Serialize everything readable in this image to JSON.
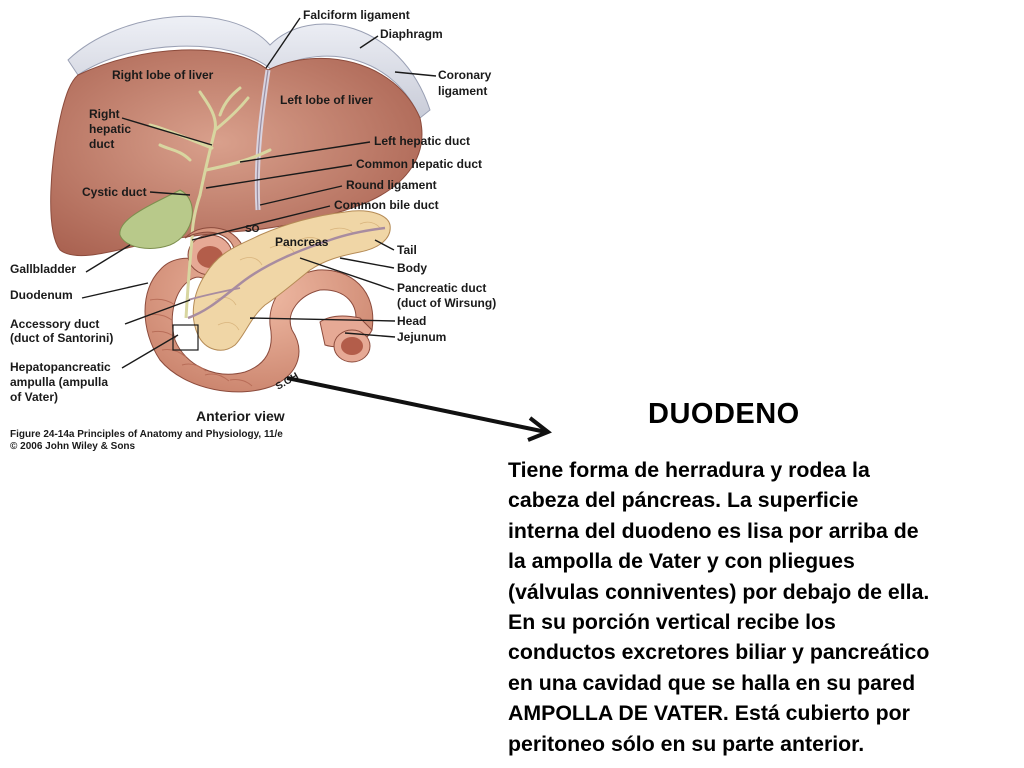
{
  "figure": {
    "labels": {
      "falciform": "Falciform ligament",
      "diaphragm": "Diaphragm",
      "coronary_1": "Coronary",
      "coronary_2": "ligament",
      "right_lobe": "Right lobe of liver",
      "left_lobe": "Left lobe of liver",
      "right_hepatic_1": "Right",
      "right_hepatic_2": "hepatic",
      "right_hepatic_3": "duct",
      "left_hepatic": "Left hepatic duct",
      "common_hepatic": "Common hepatic duct",
      "cystic": "Cystic duct",
      "round_ligament": "Round ligament",
      "common_bile": "Common bile duct",
      "pancreas": "Pancreas",
      "tail": "Tail",
      "body": "Body",
      "gallbladder": "Gallbladder",
      "pancreatic_duct_1": "Pancreatic duct",
      "pancreatic_duct_2": "(duct of Wirsung)",
      "duodenum": "Duodenum",
      "accessory_1": "Accessory duct",
      "accessory_2": "(duct of Santorini)",
      "head": "Head",
      "jejunum": "Jejunum",
      "ampulla_1": "Hepatopancreatic",
      "ampulla_2": "ampulla (ampulla",
      "ampulla_3": "of Vater)",
      "view": "Anterior view",
      "caption_1": "Figure 24-14a  Principles of Anatomy and Physiology, 11/e",
      "caption_2": "© 2006 John Wiley & Sons",
      "artist": "S.OH",
      "artist_2": "SO"
    }
  },
  "slide": {
    "title": "DUODENO",
    "description_lines": [
      "Tiene forma de herradura y rodea la",
      "cabeza del páncreas. La superficie",
      "interna del duodeno es lisa por arriba de",
      "la ampolla de Vater y con pliegues",
      "(válvulas conniventes) por debajo de ella.",
      "En su porción vertical recibe los",
      "conductos excretores biliar y pancreático",
      "en una cavidad que se halla en su pared",
      "AMPOLLA DE VATER. Está cubierto por",
      "peritoneo sólo en su parte anterior."
    ]
  },
  "colors": {
    "liver": "#c98a78",
    "liver_shade": "#b5705f",
    "diaphragm": "#dfe3ec",
    "gallbladder": "#b8c98a",
    "duodenum": "#e0a58f",
    "pancreas": "#f0d6a6",
    "duct": "#d8d6a0"
  }
}
